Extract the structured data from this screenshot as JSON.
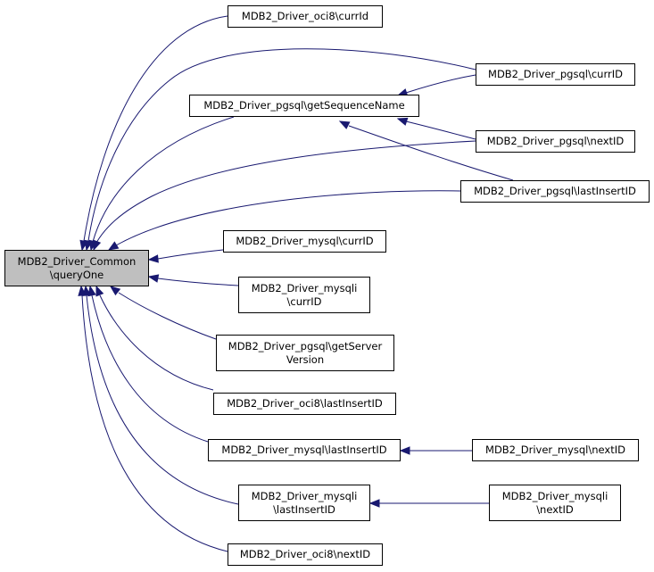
{
  "colors": {
    "edge": "#191970",
    "node_border": "#000000",
    "focus_fill": "#bfbfbf"
  },
  "nodes": {
    "common_queryone": [
      "MDB2_Driver_Common",
      "\\queryOne"
    ],
    "oci8_currid": [
      "MDB2_Driver_oci8\\currId"
    ],
    "pgsql_getsequencename": [
      "MDB2_Driver_pgsql\\getSequenceName"
    ],
    "pgsql_currid": [
      "MDB2_Driver_pgsql\\currID"
    ],
    "pgsql_nextid": [
      "MDB2_Driver_pgsql\\nextID"
    ],
    "pgsql_lastinsertid": [
      "MDB2_Driver_pgsql\\lastInsertID"
    ],
    "mysql_currid": [
      "MDB2_Driver_mysql\\currID"
    ],
    "mysqli_currid": [
      "MDB2_Driver_mysqli",
      "\\currID"
    ],
    "pgsql_getserverversion": [
      "MDB2_Driver_pgsql\\getServer",
      "Version"
    ],
    "oci8_lastinsertid": [
      "MDB2_Driver_oci8\\lastInsertID"
    ],
    "mysql_lastinsertid": [
      "MDB2_Driver_mysql\\lastInsertID"
    ],
    "mysql_nextid": [
      "MDB2_Driver_mysql\\nextID"
    ],
    "mysqli_lastinsertid": [
      "MDB2_Driver_mysqli",
      "\\lastInsertID"
    ],
    "mysqli_nextid": [
      "MDB2_Driver_mysqli",
      "\\nextID"
    ],
    "oci8_nextid": [
      "MDB2_Driver_oci8\\nextID"
    ]
  },
  "edges": [
    [
      "oci8_currid",
      "common_queryone"
    ],
    [
      "pgsql_currid",
      "common_queryone"
    ],
    [
      "pgsql_getsequencename",
      "common_queryone"
    ],
    [
      "pgsql_nextid",
      "common_queryone"
    ],
    [
      "pgsql_lastinsertid",
      "common_queryone"
    ],
    [
      "mysql_currid",
      "common_queryone"
    ],
    [
      "mysqli_currid",
      "common_queryone"
    ],
    [
      "pgsql_getserverversion",
      "common_queryone"
    ],
    [
      "oci8_lastinsertid",
      "common_queryone"
    ],
    [
      "mysql_lastinsertid",
      "common_queryone"
    ],
    [
      "mysqli_lastinsertid",
      "common_queryone"
    ],
    [
      "oci8_nextid",
      "common_queryone"
    ],
    [
      "pgsql_currid",
      "pgsql_getsequencename"
    ],
    [
      "pgsql_nextid",
      "pgsql_getsequencename"
    ],
    [
      "pgsql_lastinsertid",
      "pgsql_getsequencename"
    ],
    [
      "mysql_nextid",
      "mysql_lastinsertid"
    ],
    [
      "mysqli_nextid",
      "mysqli_lastinsertid"
    ]
  ]
}
